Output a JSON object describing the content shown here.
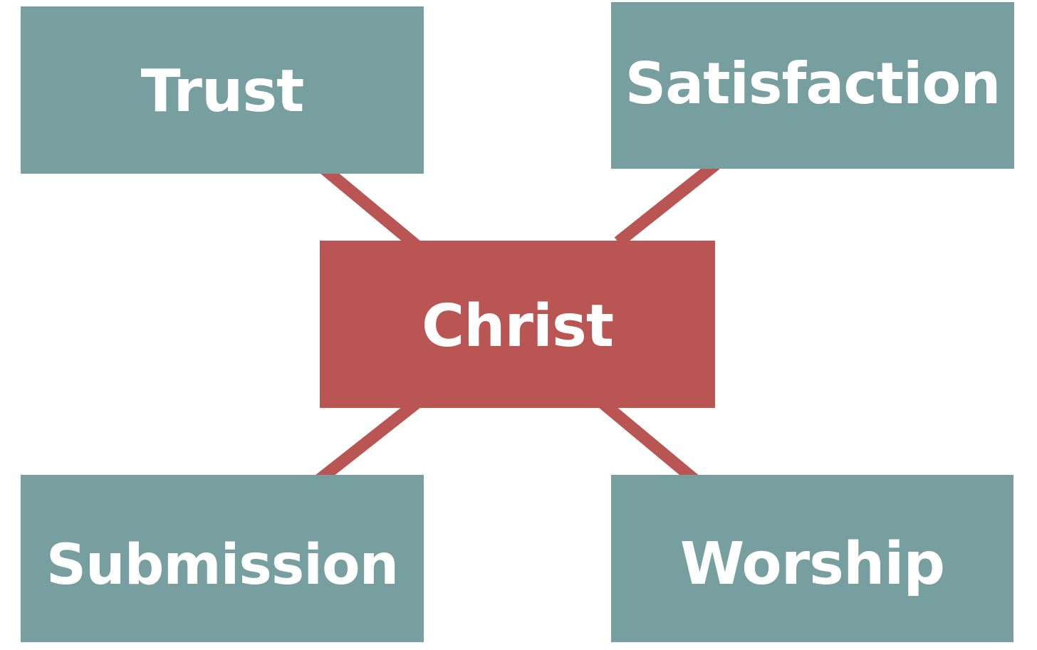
{
  "colors": {
    "background": "#ffffff",
    "outer_node_fill": "#789f9f",
    "center_node_fill": "#b95552",
    "connector": "#b95552",
    "label_text": "#ffffff"
  },
  "center": {
    "label": "Christ"
  },
  "nodes": {
    "trust": {
      "label": "Trust"
    },
    "satisfaction": {
      "label": "Satisfaction"
    },
    "submission": {
      "label": "Submission"
    },
    "worship": {
      "label": "Worship"
    }
  },
  "edges": [
    {
      "from": "Christ",
      "to": "Trust"
    },
    {
      "from": "Christ",
      "to": "Satisfaction"
    },
    {
      "from": "Christ",
      "to": "Submission"
    },
    {
      "from": "Christ",
      "to": "Worship"
    }
  ]
}
